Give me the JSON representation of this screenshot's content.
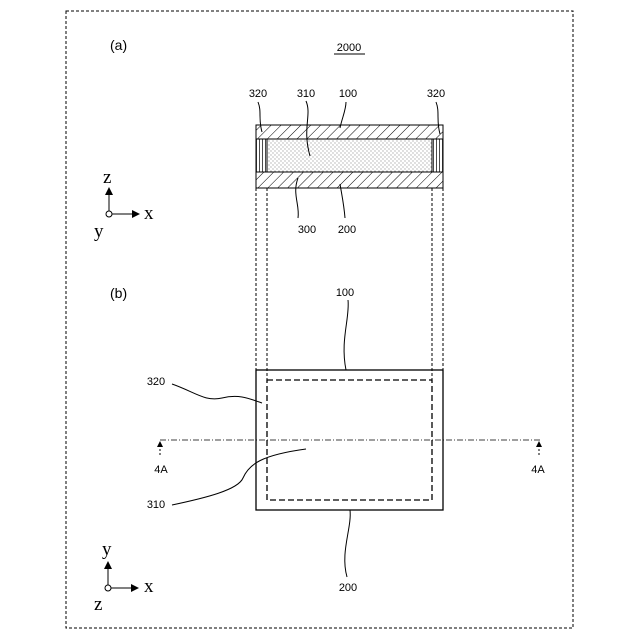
{
  "figure": {
    "number": "2000",
    "panel_a": {
      "label": "(a)",
      "refs": {
        "r320_left": "320",
        "r310": "310",
        "r100": "100",
        "r320_right": "320",
        "r300": "300",
        "r200": "200"
      },
      "axes": {
        "vertical": "z",
        "horizontal": "x",
        "out_of_plane": "y"
      }
    },
    "panel_b": {
      "label": "(b)",
      "refs": {
        "r100": "100",
        "r320": "320",
        "r310": "310",
        "r200": "200",
        "section_left": "4A",
        "section_right": "4A"
      },
      "axes": {
        "vertical": "y",
        "horizontal": "x",
        "out_of_plane": "z"
      }
    }
  }
}
